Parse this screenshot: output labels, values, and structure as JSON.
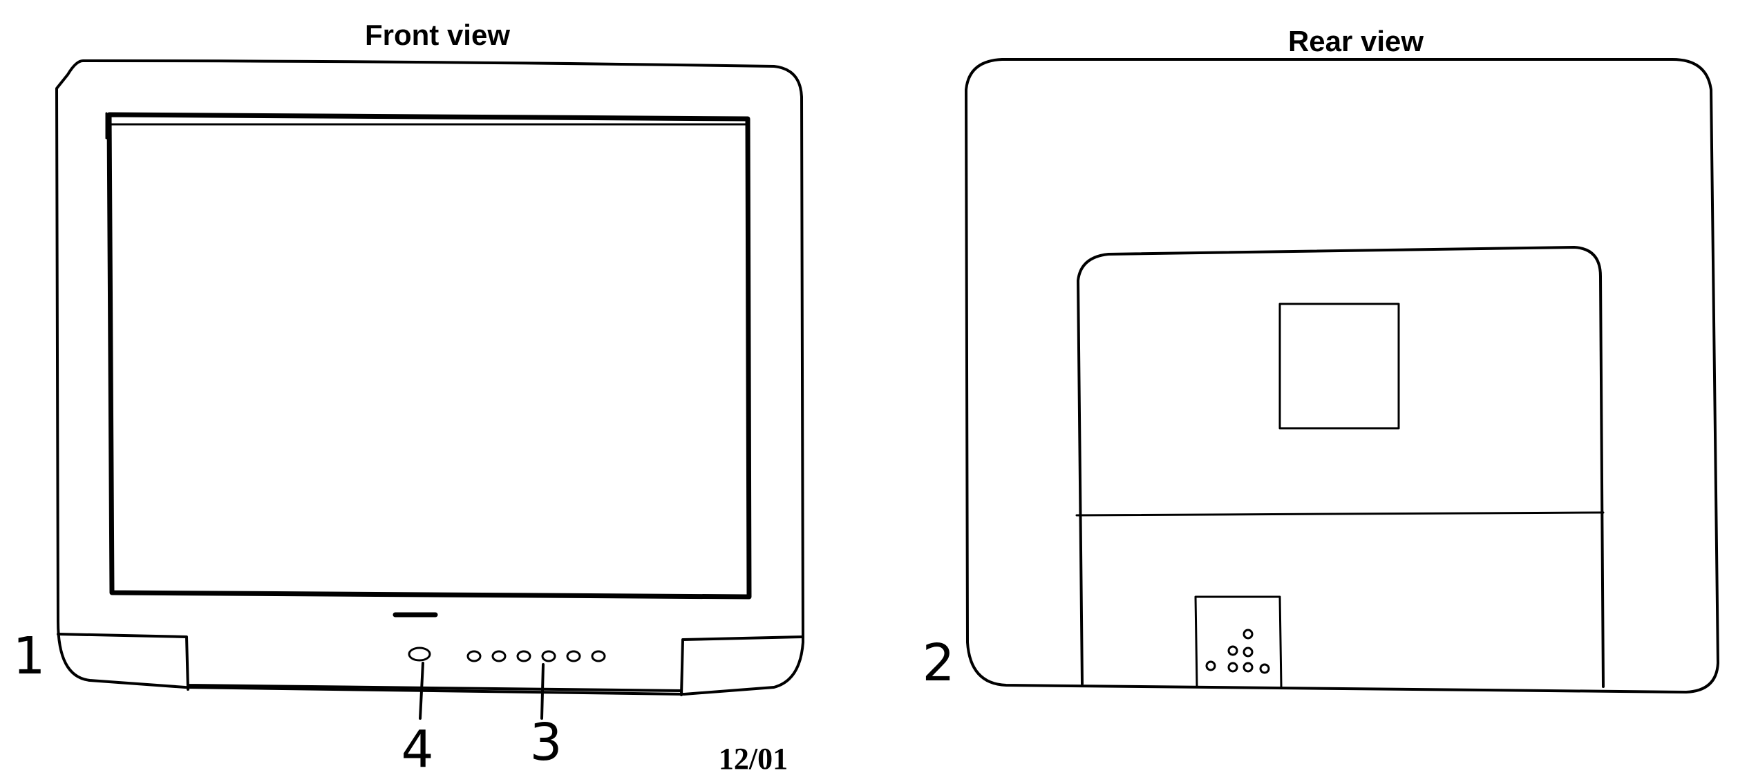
{
  "front_view": {
    "title": "Front view",
    "callout_left": "1",
    "callout_power_button": "4",
    "callout_control_buttons": "3",
    "control_button_count": 6
  },
  "rear_view": {
    "title": "Rear view",
    "callout_left": "2"
  },
  "footer": {
    "date_code": "12/01"
  },
  "colors": {
    "ink": "#000000",
    "paper": "#ffffff"
  }
}
